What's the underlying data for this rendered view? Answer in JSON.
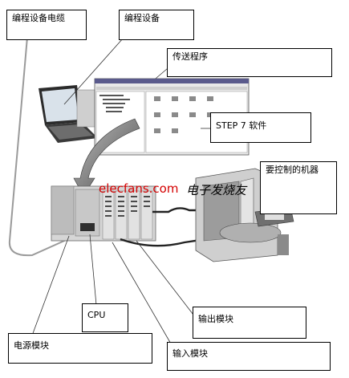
{
  "labels": {
    "programming_cable": "编程设备电缆",
    "programming_device": "编程设备",
    "transfer_program": "传送程序",
    "step7_software": "STEP 7 软件",
    "machine_to_control": "要控制的机器",
    "cpu": "CPU",
    "output_module": "输出模块",
    "power_module": "电源模块",
    "input_module": "输入模块"
  },
  "watermark": {
    "site": "elecfans.com",
    "cn": "电子发烧友"
  }
}
